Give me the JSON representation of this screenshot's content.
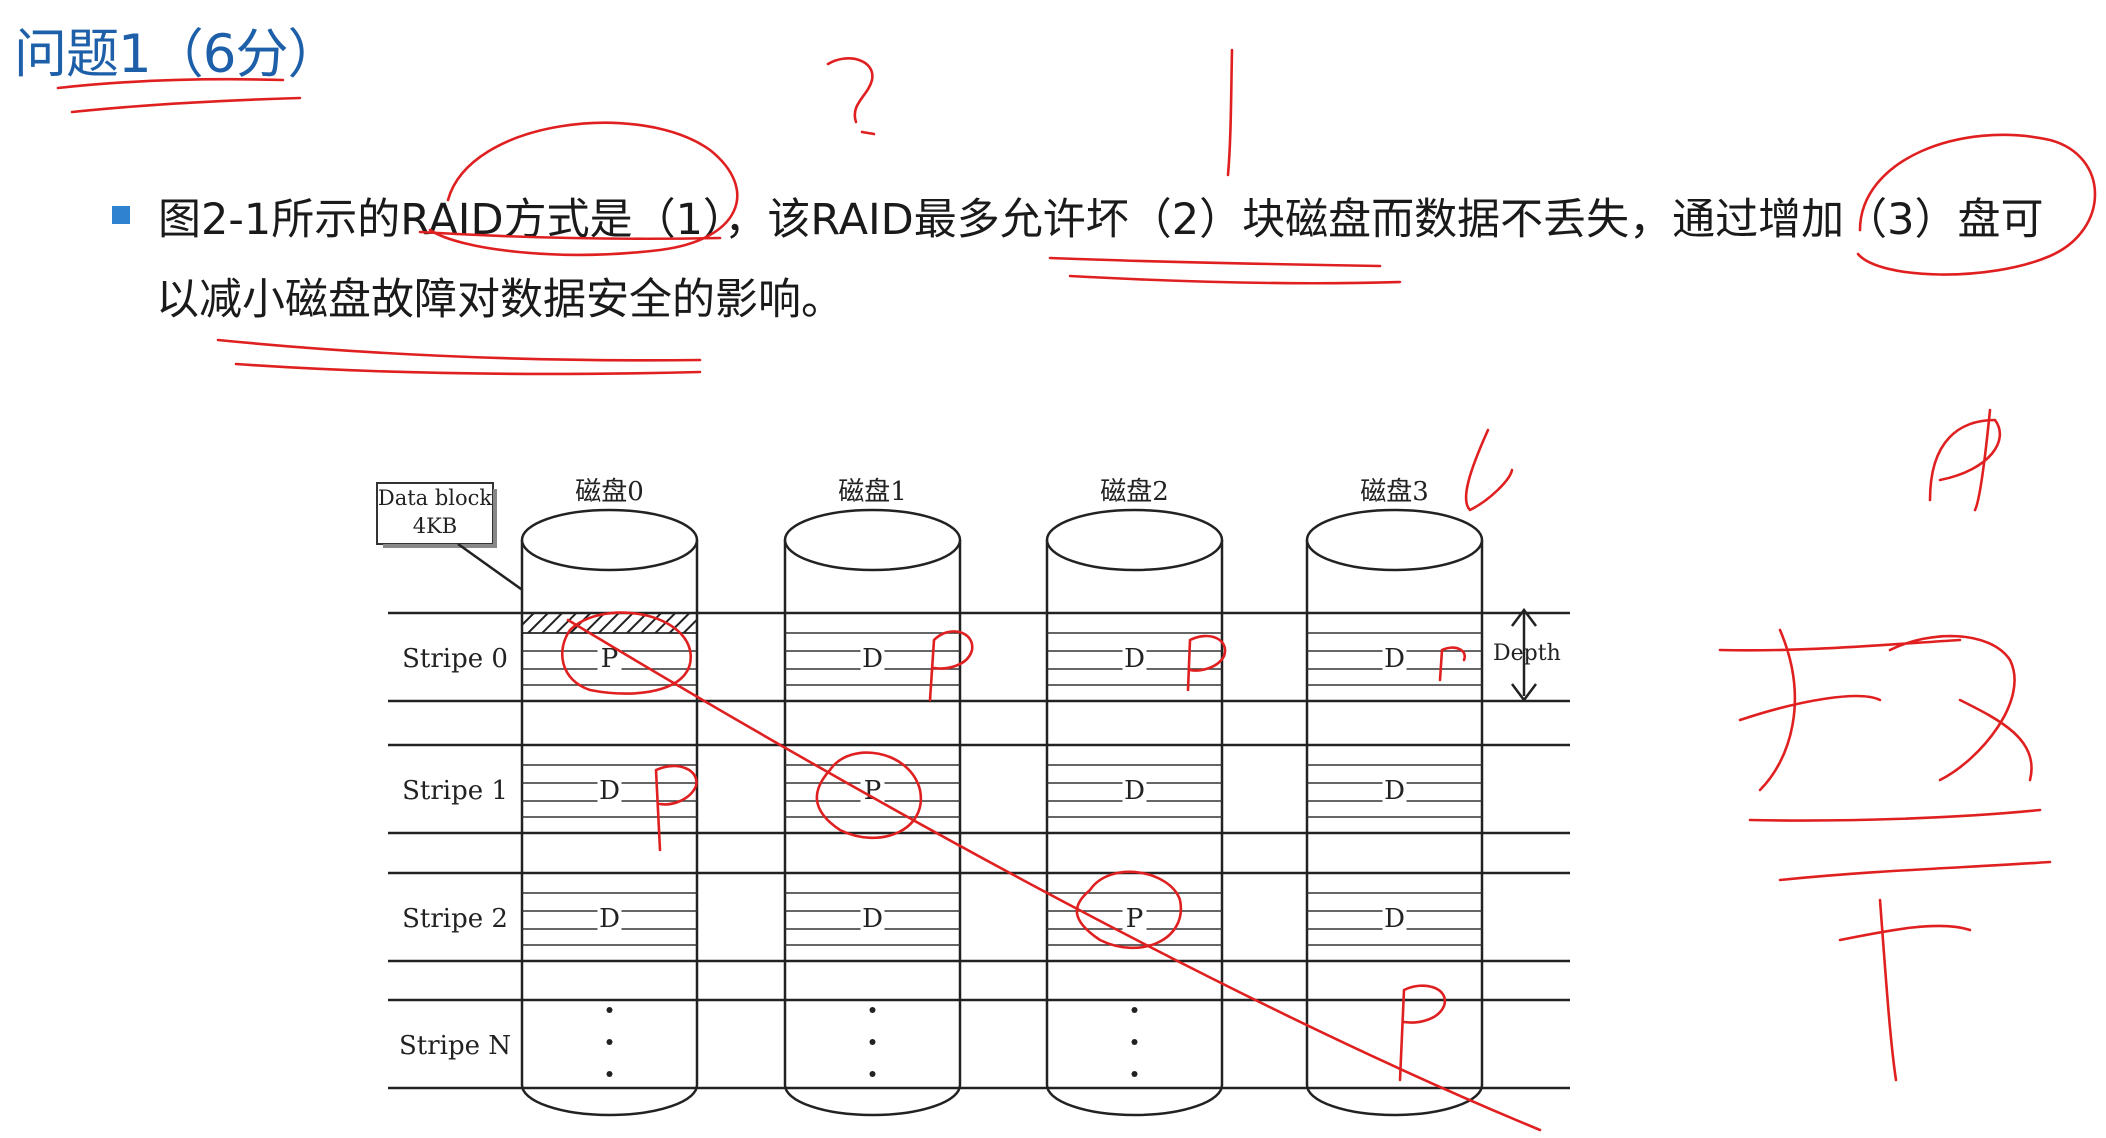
{
  "title": "问题1（6分）",
  "question": {
    "line1": "图2-1所示的RAID方式是（1），该RAID最多允许坏（2）块磁盘而数据不丢失，通过增加（3）盘可",
    "line2": "以减小磁盘故障对数据安全的影响。"
  },
  "figure": {
    "callout": [
      "Data block",
      "4KB"
    ],
    "disks": [
      "磁盘0",
      "磁盘1",
      "磁盘2",
      "磁盘3"
    ],
    "stripes": [
      {
        "label": "Stripe 0",
        "cells": [
          "P",
          "D",
          "D",
          "D"
        ]
      },
      {
        "label": "Stripe 1",
        "cells": [
          "D",
          "P",
          "D",
          "D"
        ]
      },
      {
        "label": "Stripe 2",
        "cells": [
          "D",
          "D",
          "P",
          "D"
        ]
      },
      {
        "label": "Stripe N",
        "cells": [
          "⋮",
          "⋮",
          "⋮",
          ""
        ]
      }
    ],
    "depth_label": "Depth"
  },
  "annotations": {
    "pen_color": "#e02020",
    "handwritten": [
      "?",
      "1",
      "P",
      "P",
      "P",
      "P",
      "P",
      "P",
      "热备盘"
    ]
  }
}
